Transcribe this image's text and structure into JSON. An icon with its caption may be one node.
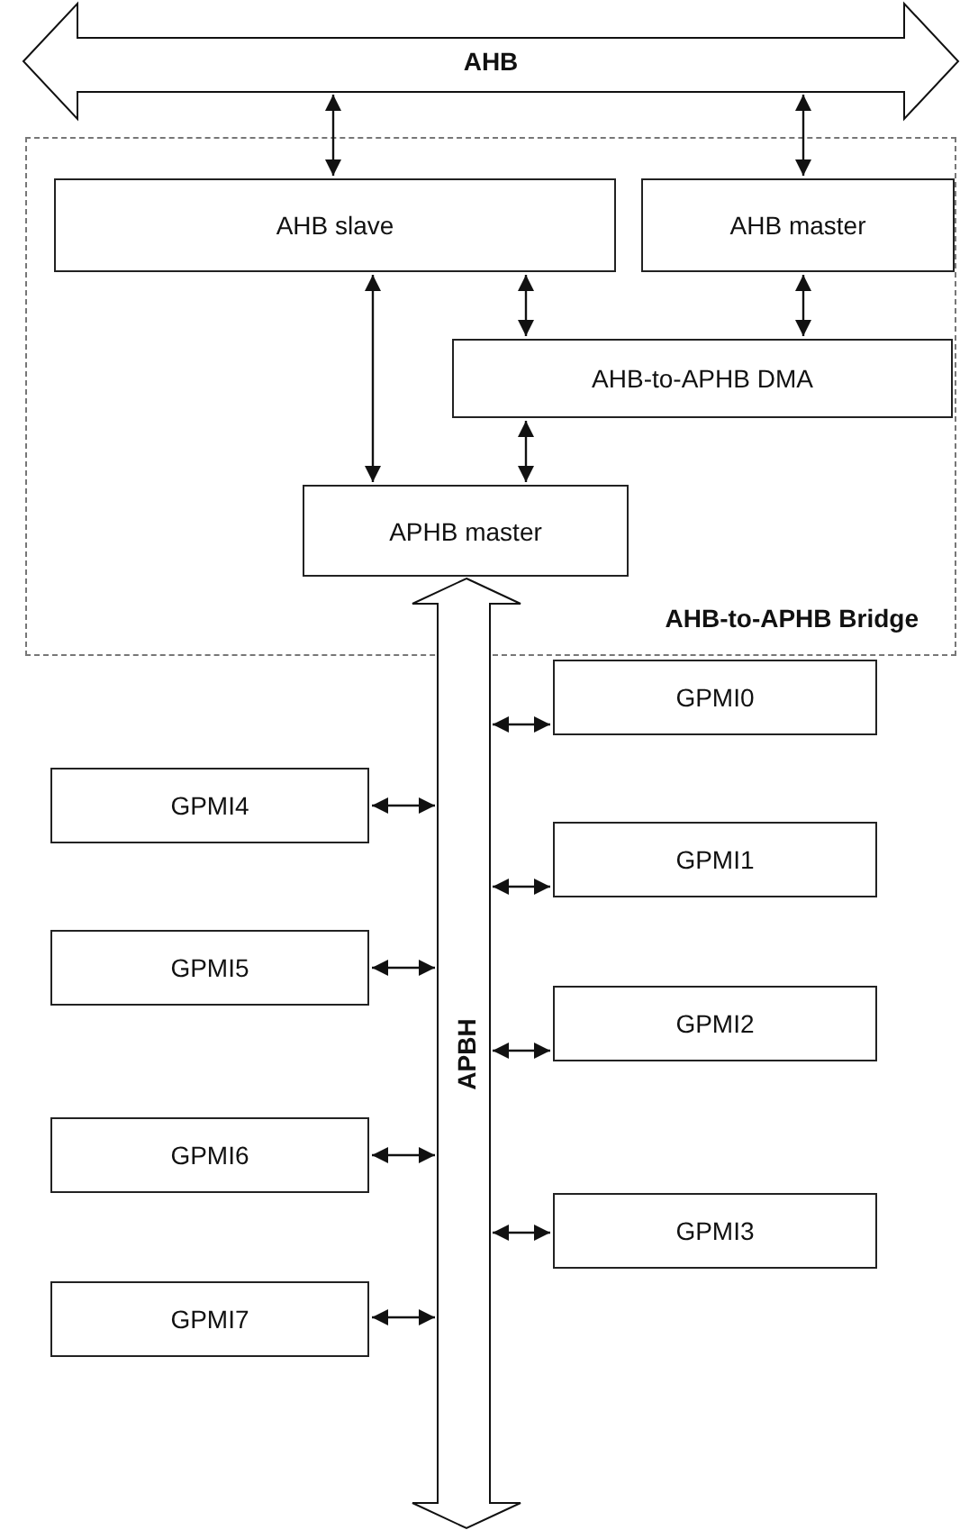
{
  "diagram": {
    "nodes": [
      {
        "text": [
          "AHB"
        ]
      },
      {
        "text": [
          "AHB-to-APHB Bridge"
        ]
      },
      {
        "text": [
          "AHB slave"
        ],
        "in": 1
      },
      {
        "text": [
          "AHB master"
        ],
        "in": 1
      },
      {
        "text": [
          "AHB-to-APHB DMA"
        ],
        "in": 1
      },
      {
        "text": [
          "APHB master"
        ],
        "in": 1
      },
      {
        "text": [
          "APBH"
        ]
      },
      {
        "text": [
          "GPMI0"
        ]
      },
      {
        "text": [
          "GPMI1"
        ]
      },
      {
        "text": [
          "GPMI2"
        ]
      },
      {
        "text": [
          "GPMI3"
        ]
      },
      {
        "text": [
          "GPMI4"
        ]
      },
      {
        "text": [
          "GPMI5"
        ]
      },
      {
        "text": [
          "GPMI6"
        ]
      },
      {
        "text": [
          "GPMI7"
        ]
      }
    ],
    "edges": [
      {
        "from": 0,
        "to": 2,
        "arrow": "both"
      },
      {
        "from": 0,
        "to": 3,
        "arrow": "both"
      },
      {
        "from": 2,
        "to": 5,
        "arrow": "both"
      },
      {
        "from": 2,
        "to": 4,
        "arrow": "both"
      },
      {
        "from": 3,
        "to": 4,
        "arrow": "both"
      },
      {
        "from": 4,
        "to": 5,
        "arrow": "both"
      },
      {
        "from": 6,
        "to": 7,
        "arrow": "both"
      },
      {
        "from": 6,
        "to": 8,
        "arrow": "both"
      },
      {
        "from": 6,
        "to": 9,
        "arrow": "both"
      },
      {
        "from": 6,
        "to": 10,
        "arrow": "both"
      },
      {
        "from": 6,
        "to": 11,
        "arrow": "both"
      },
      {
        "from": 6,
        "to": 12,
        "arrow": "both"
      },
      {
        "from": 6,
        "to": 13,
        "arrow": "both"
      },
      {
        "from": 6,
        "to": 14,
        "arrow": "both"
      }
    ]
  }
}
